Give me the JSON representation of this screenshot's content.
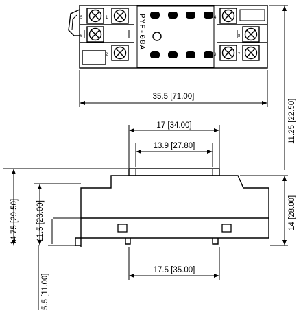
{
  "product": {
    "model_label": "PYF-08A"
  },
  "top_view": {
    "width_label": "35.5 [71.00]",
    "height_label": "11.25 [22.50]"
  },
  "front_view": {
    "top_outer_label": "17 [34.00]",
    "top_inner_label": "13.9 [27.80]",
    "left_overall_label": "14.75 [29.50]",
    "left_mid_label": "11.5 [23.00]",
    "left_low_label": "5.5 [11.00]",
    "right_height_label": "14 [28.00]",
    "bottom_label": "17.5 [35.00]"
  }
}
